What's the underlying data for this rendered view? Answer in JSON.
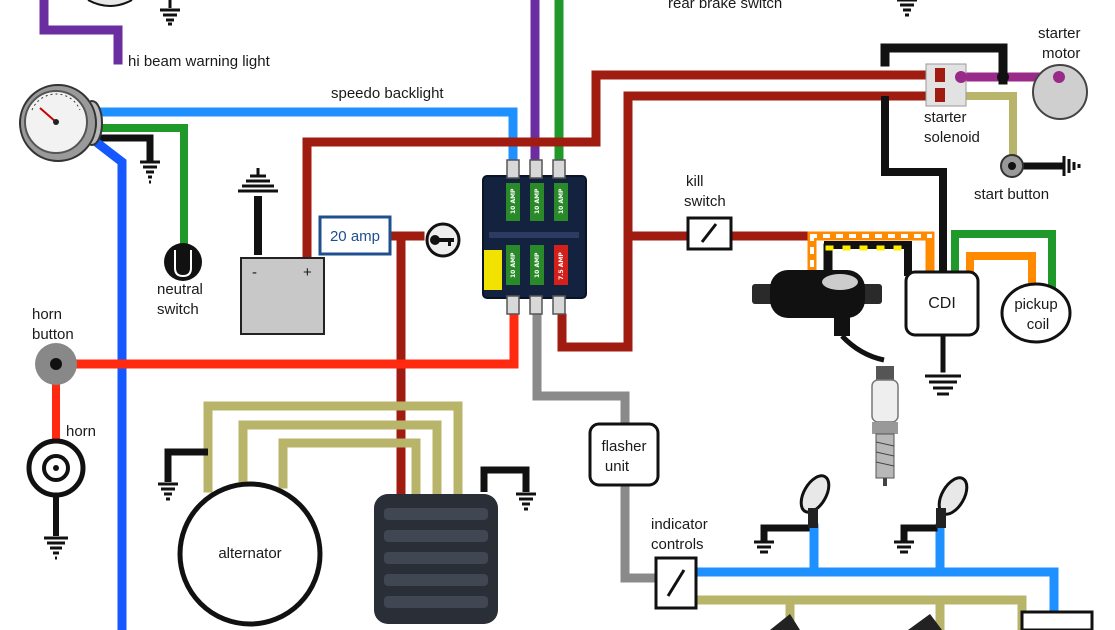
{
  "labels": {
    "rear_brake_switch": "rear brake switch",
    "hi_beam_warning_light": "hi beam warning light",
    "speedo_backlight": "speedo backlight",
    "starter_motor_1": "starter",
    "starter_motor_2": "motor",
    "starter_solenoid_1": "starter",
    "starter_solenoid_2": "solenoid",
    "start_button": "start button",
    "kill_switch_1": "kill",
    "kill_switch_2": "switch",
    "amp_20": "20 amp",
    "neutral_switch_1": "neutral",
    "neutral_switch_2": "switch",
    "horn_button_1": "horn",
    "horn_button_2": "button",
    "horn": "horn",
    "cdi": "CDI",
    "pickup_coil_1": "pickup",
    "pickup_coil_2": "coil",
    "flasher_unit_1": "flasher",
    "flasher_unit_2": "unit",
    "indicator_controls_1": "indicator",
    "indicator_controls_2": "controls",
    "alternator": "alternator"
  },
  "fuse_box": {
    "top_fuses": [
      "10 AMP",
      "10 AMP",
      "10 AMP"
    ],
    "bottom_fuses": [
      "10 AMP",
      "10 AMP",
      "7.5 AMP"
    ]
  },
  "battery": {
    "negative": "-",
    "positive": "+"
  },
  "wire_colors": {
    "purple": "#6a2ea0",
    "green": "#1f9a2a",
    "dark_red": "#a01c10",
    "light_blue": "#1e90ff",
    "blue": "#1558ff",
    "bright_red": "#ff2a10",
    "grey": "#8a8a8a",
    "olive": "#b8b46a",
    "black": "#111111",
    "orange": "#ff8a00",
    "magenta": "#9a2a8a"
  }
}
